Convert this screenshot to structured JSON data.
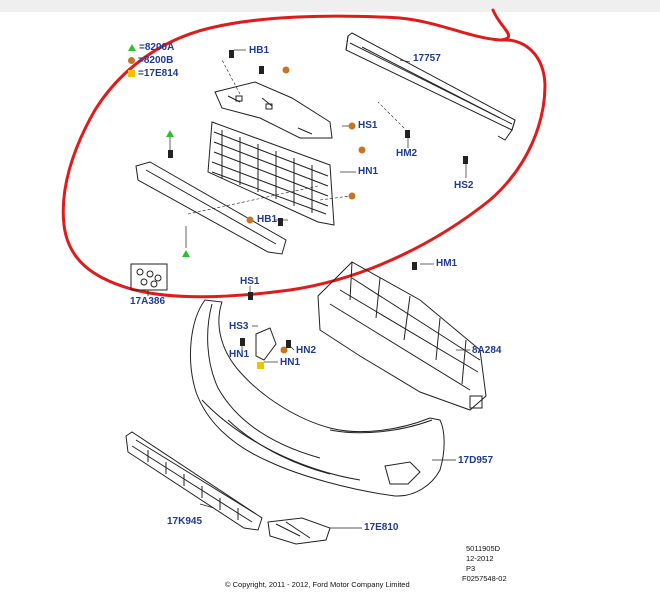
{
  "legend": [
    {
      "symbol": "green-triangle",
      "text": "=8200A"
    },
    {
      "symbol": "orange-dot",
      "text": "=8200B"
    },
    {
      "symbol": "yellow-square",
      "text": "=17E814"
    }
  ],
  "labels": {
    "hb1_top": "HB1",
    "reinforcement": "17757",
    "hs1_top": "HS1",
    "hm2": "HM2",
    "hn1_top": "HN1",
    "hs2": "HS2",
    "hb1_bottom": "HB1",
    "clip_kit": "17A386",
    "hm1": "HM1",
    "hs1_mid": "HS1",
    "hs3": "HS3",
    "hn1_mid": "HN1",
    "hn2": "HN2",
    "hn1_low": "HN1",
    "absorber": "8A284",
    "bumper_cover": "17D957",
    "lower_grille": "17K945",
    "fog_bezel": "17E810"
  },
  "footer": {
    "doc_number": "5011905D",
    "date": "12-2012",
    "page": "P3",
    "figure_code": "F0257548-02",
    "copyright": "© Copyright, 2011 - 2012, Ford Motor Company Limited"
  },
  "colors": {
    "label": "#1f3a93",
    "highlight": "#e01b1b",
    "linework": "#222222",
    "fastener_a": "#2ec02e",
    "fastener_b": "#c8741e",
    "fastener_c": "#f2c200"
  }
}
